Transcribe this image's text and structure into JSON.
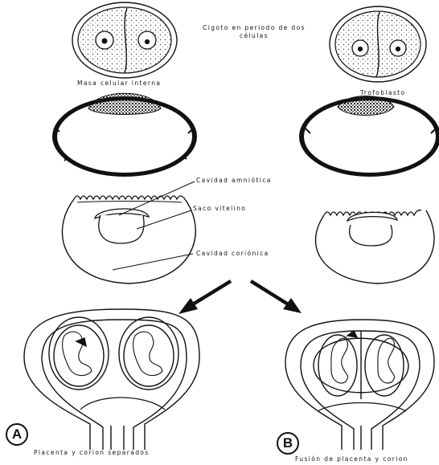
{
  "labels": {
    "zygote": "Cigoto en periodo de dos\ncélulas",
    "inner_mass": "Masa celular interna",
    "trophoblast": "Trofoblasto",
    "amniotic_cavity": "Cavidad amniótica",
    "yolk_sac": "Saco vitelino",
    "chorionic_cavity": "Cavidad coriónica",
    "panel_a": "A",
    "panel_b": "B",
    "caption_a": "Placenta y corion separados",
    "caption_b": "Fusión de placenta y corion"
  }
}
